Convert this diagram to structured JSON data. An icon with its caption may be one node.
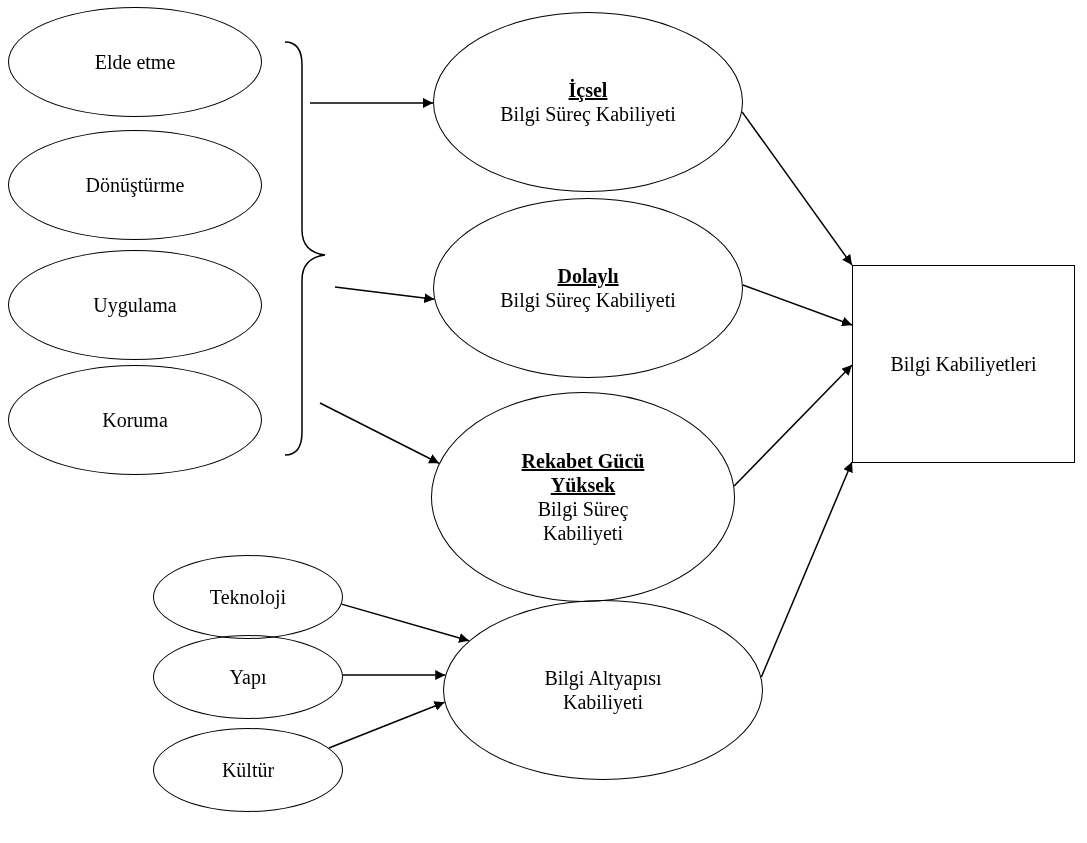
{
  "diagram": {
    "nodes": [
      {
        "text": [
          "Elde etme"
        ]
      },
      {
        "text": [
          "Dönüştürme"
        ]
      },
      {
        "text": [
          "Uygulama"
        ]
      },
      {
        "text": [
          "Koruma"
        ]
      },
      {
        "text": [
          "İçsel",
          "Bilgi Süreç Kabiliyeti"
        ]
      },
      {
        "text": [
          "Dolaylı",
          "Bilgi Süreç Kabiliyeti"
        ]
      },
      {
        "text": [
          "Rekabet Gücü Yüksek",
          "Bilgi Süreç Kabiliyeti"
        ]
      },
      {
        "text": [
          "Bilgi Kabiliyetleri"
        ]
      },
      {
        "text": [
          "Teknoloji"
        ]
      },
      {
        "text": [
          "Yapı"
        ]
      },
      {
        "text": [
          "Kültür"
        ]
      },
      {
        "text": [
          "Bilgi Altyapısı Kabiliyeti"
        ]
      }
    ],
    "edges": [
      {
        "from": null,
        "to": 4,
        "arrow": "to"
      },
      {
        "from": null,
        "to": 5,
        "arrow": "to"
      },
      {
        "from": null,
        "to": 6,
        "arrow": "to"
      },
      {
        "from": 4,
        "to": 7,
        "arrow": "to"
      },
      {
        "from": 5,
        "to": 7,
        "arrow": "to"
      },
      {
        "from": 6,
        "to": 7,
        "arrow": "to"
      },
      {
        "from": 11,
        "to": 7,
        "arrow": "to"
      },
      {
        "from": 8,
        "to": 11,
        "arrow": "to"
      },
      {
        "from": 9,
        "to": 11,
        "arrow": "to"
      },
      {
        "from": 10,
        "to": 11,
        "arrow": "to"
      }
    ]
  }
}
